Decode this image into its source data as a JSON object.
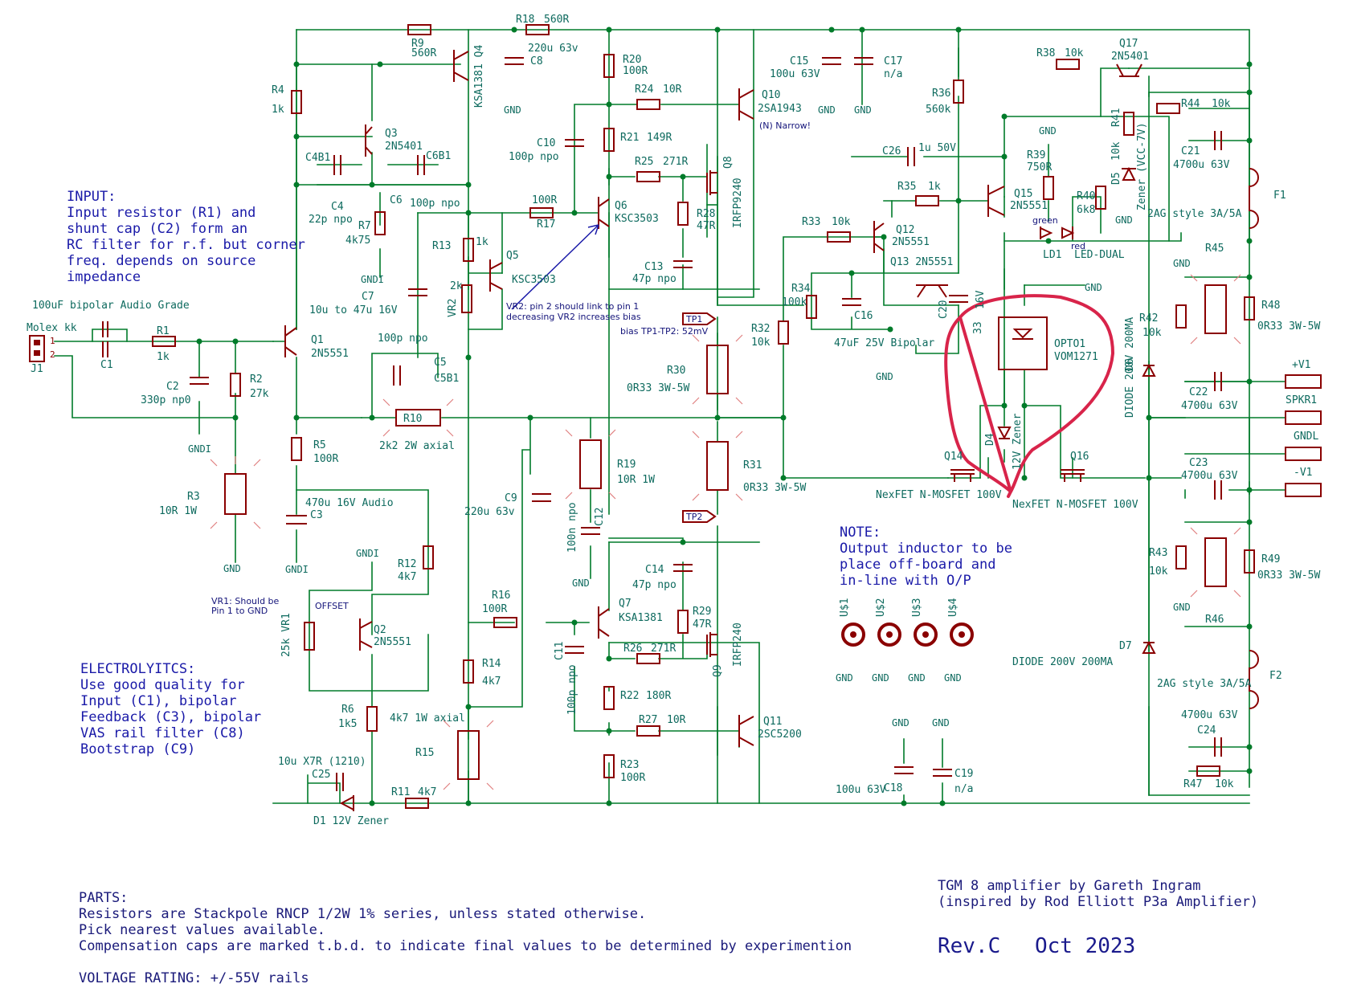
{
  "notes": {
    "input": [
      "INPUT:",
      "Input resistor (R1) and",
      "shunt cap (C2) form an",
      "RC filter for r.f. but corner",
      "freq. depends on source",
      "impedance"
    ],
    "electrolytics": [
      "ELECTROLYITCS:",
      "Use good quality for",
      "Input (C1), bipolar",
      "Feedback (C3), bipolar",
      "VAS rail filter (C8)",
      "Bootstrap (C9)"
    ],
    "output": [
      "NOTE:",
      "Output inductor to be",
      "place off-board and",
      " in-line with O/P"
    ],
    "parts": [
      "PARTS:",
      "Resistors are Stackpole RNCP 1/2W 1% series, unless stated otherwise.",
      "Pick nearest values available.",
      "Compensation caps are marked t.b.d. to indicate final values to be determined by experimention"
    ],
    "voltage": "VOLTAGE RATING:  +/-55V rails",
    "vr2": [
      "VR2: pin 2 should link to pin 1",
      "decreasing VR2 increases bias"
    ],
    "bias": "bias TP1-TP2: 52mV",
    "vr1": [
      "VR1: Should be",
      "Pin 1 to GND"
    ],
    "q10_narrow": "(N) Narrow!"
  },
  "title_block": {
    "line1": "TGM 8  amplifier by Gareth Ingram",
    "line2": "(inspired by Rod Elliott P3a Amplifier)",
    "rev": "Rev.C",
    "date": "Oct 2023"
  },
  "labels": {
    "j1": "J1",
    "molex": "Molex kk",
    "j1p1": "1",
    "j1p2": "2",
    "c1": "C1",
    "c1v": "100uF bipolar Audio Grade",
    "r1": "R1",
    "r1v": "1k",
    "c2": "C2",
    "c2v": "330p np0",
    "r2": "R2",
    "r2v": "27k",
    "r3": "R3",
    "r3v": "10R 1W",
    "q1": "Q1",
    "q1v": "2N5551",
    "r4": "R4",
    "r4v": "1k",
    "r5": "R5",
    "r5v": "100R",
    "c3": "C3",
    "c3v": "470u 16V Audio",
    "q3": "Q3",
    "q3v": "2N5401",
    "c4b1": "C4B1",
    "c4": "C4",
    "c4v": "22p npo",
    "c6b1": "C6B1",
    "c6": "C6",
    "c6v": "100p npo",
    "r7": "R7",
    "r7v": "4k75",
    "r9": "R9",
    "r9v": "560R",
    "q4": "KSA1381 Q4",
    "c7": "C7",
    "c7v": "10u to 47u 16V",
    "vr2": "VR2",
    "vr2v": "2k",
    "r13": "R13",
    "r13v": "1k",
    "q5": "Q5",
    "q5v": "KSC3503",
    "c5": "C5",
    "c5b1": "C5B1",
    "c5v": "100p npo",
    "r10": "R10",
    "r10v": "2k2 2W axial",
    "r12": "R12",
    "r12v": "4k7",
    "q2": "Q2",
    "q2v": "2N5551",
    "offset": "OFFSET",
    "vr1": "25k VR1",
    "r6": "R6",
    "r6v": "1k5",
    "c25": "C25",
    "c25v": "10u X7R (1210)",
    "d1": "D1  12V Zener",
    "r11": "R11",
    "r11v": "4k7",
    "r15": "R15",
    "r15v": "4k7 1W axial",
    "r14": "R14",
    "r14v": "4k7",
    "r16": "R16",
    "r16v": "100R",
    "c9": "C9",
    "c9v": "220u 63v",
    "r17": "R17",
    "r17v": "100R",
    "r18": "R18",
    "r18v": "560R",
    "c8": "C8",
    "c8v": "220u 63v",
    "r20": "R20",
    "r20v": "100R",
    "c10": "C10",
    "c10v": "100p npo",
    "r21": "R21",
    "r21v": "149R",
    "q6": "Q6",
    "q6v": "KSC3503",
    "r24": "R24",
    "r24v": "10R",
    "r25": "R25",
    "r25v": "271R",
    "r28": "R28",
    "r28v": "47R",
    "c13": "C13",
    "c13v": "47p npo",
    "q8": "Q8",
    "q8v": "IRFP9240",
    "q10": "Q10",
    "q10v": "2SA1943",
    "tp1": "TP1",
    "tp2": "TP2",
    "r30": "R30",
    "r30v": "0R33 3W-5W",
    "r31": "R31",
    "r31v": "0R33 3W-5W",
    "r19": "R19",
    "r19v": "10R 1W",
    "c12": "C12",
    "c12v": "100n npo",
    "q7": "Q7",
    "q7v": "KSA1381",
    "c14": "C14",
    "c14v": "47p npo",
    "r29": "R29",
    "r29v": "47R",
    "r26": "R26",
    "r26v": "271R",
    "q9": "Q9",
    "q9v": "IRFP240",
    "c11": "C11",
    "c11v": "100p npo",
    "r22": "R22",
    "r22v": "180R",
    "r27": "R27",
    "r27v": "10R",
    "q11": "Q11",
    "q11v": "2SC5200",
    "r23": "R23",
    "r23v": "100R",
    "c15": "C15",
    "c15v": "100u 63V",
    "c17": "C17",
    "c17v": "n/a",
    "r36": "R36",
    "r36v": "560k",
    "c26": "C26",
    "c26v": "1u 50V",
    "r35": "R35",
    "r35v": "1k",
    "r33": "R33",
    "r33v": "10k",
    "q12": "Q12",
    "q12v": "2N5551",
    "q13": "Q13 2N5551",
    "r34": "R34",
    "r34v": "100k",
    "c16": "C16",
    "c16v": "47uF 25V Bipolar",
    "c20": "C20",
    "c20v": "16V",
    "c20x": "33",
    "r32": "R32",
    "r32v": "10k",
    "q15": "Q15",
    "q15v": "2N5551",
    "r39": "R39",
    "r39v": "750R",
    "r40": "R40",
    "r40v": "6k8",
    "ld1": "LD1",
    "ldd": "LED-DUAL",
    "green": "green",
    "red": "red",
    "r38": "R38",
    "r38v": "10k",
    "q17": "Q17",
    "q17v": "2N5401",
    "r41": "R41",
    "r41v": "10k",
    "d5": "D5",
    "d5v": "Zener (VCC-7V)",
    "opto": "OPTO1",
    "optov": "VOM1271",
    "d4": "D4",
    "d4v": "12V Zener",
    "q14": "Q14",
    "q14v": "NexFET N-MOSFET 100V",
    "q16": "Q16",
    "q16v": "NexFET N-MOSFET 100V",
    "r44": "R44",
    "r44v": "10k",
    "c21": "C21",
    "c21v": "4700u 63V",
    "f1": "F1",
    "f1v": "2AG style 3A/5A",
    "r45": "R45",
    "r42": "R42",
    "r42v": "10k",
    "r48": "R48",
    "r48v": "0R33 3W-5W",
    "c22": "C22",
    "c22v": "4700u 63V",
    "d6": "D6",
    "d6v": "DIODE  200V 200MA",
    "c23": "C23",
    "c23v": "4700u 63V",
    "r43": "R43",
    "r43v": "10k",
    "r46": "R46",
    "r49": "R49",
    "r49v": "0R33 3W-5W",
    "d7": "D7",
    "d7v": "DIODE   200V 200MA",
    "f2": "F2",
    "f2v": "2AG style 3A/5A",
    "c24": "C24",
    "c24v": "4700u 63V",
    "r47": "R47",
    "r47v": "10k",
    "c18": "C18",
    "c18v": "100u 63V",
    "c19": "C19",
    "c19v": "n/a",
    "v1p": "+V1",
    "spkr1": "SPKR1",
    "gndl": "GNDL",
    "v1n": "-V1",
    "u1": "U$1",
    "u2": "U$2",
    "u3": "U$3",
    "u4": "U$4",
    "gnd": "GND",
    "gndi": "GNDI"
  },
  "colors": {
    "wire": "#007b2a",
    "component": "#8a0000",
    "text": "#0d6a5e",
    "note": "#1a1aa8",
    "highlight": "#d8244a"
  }
}
